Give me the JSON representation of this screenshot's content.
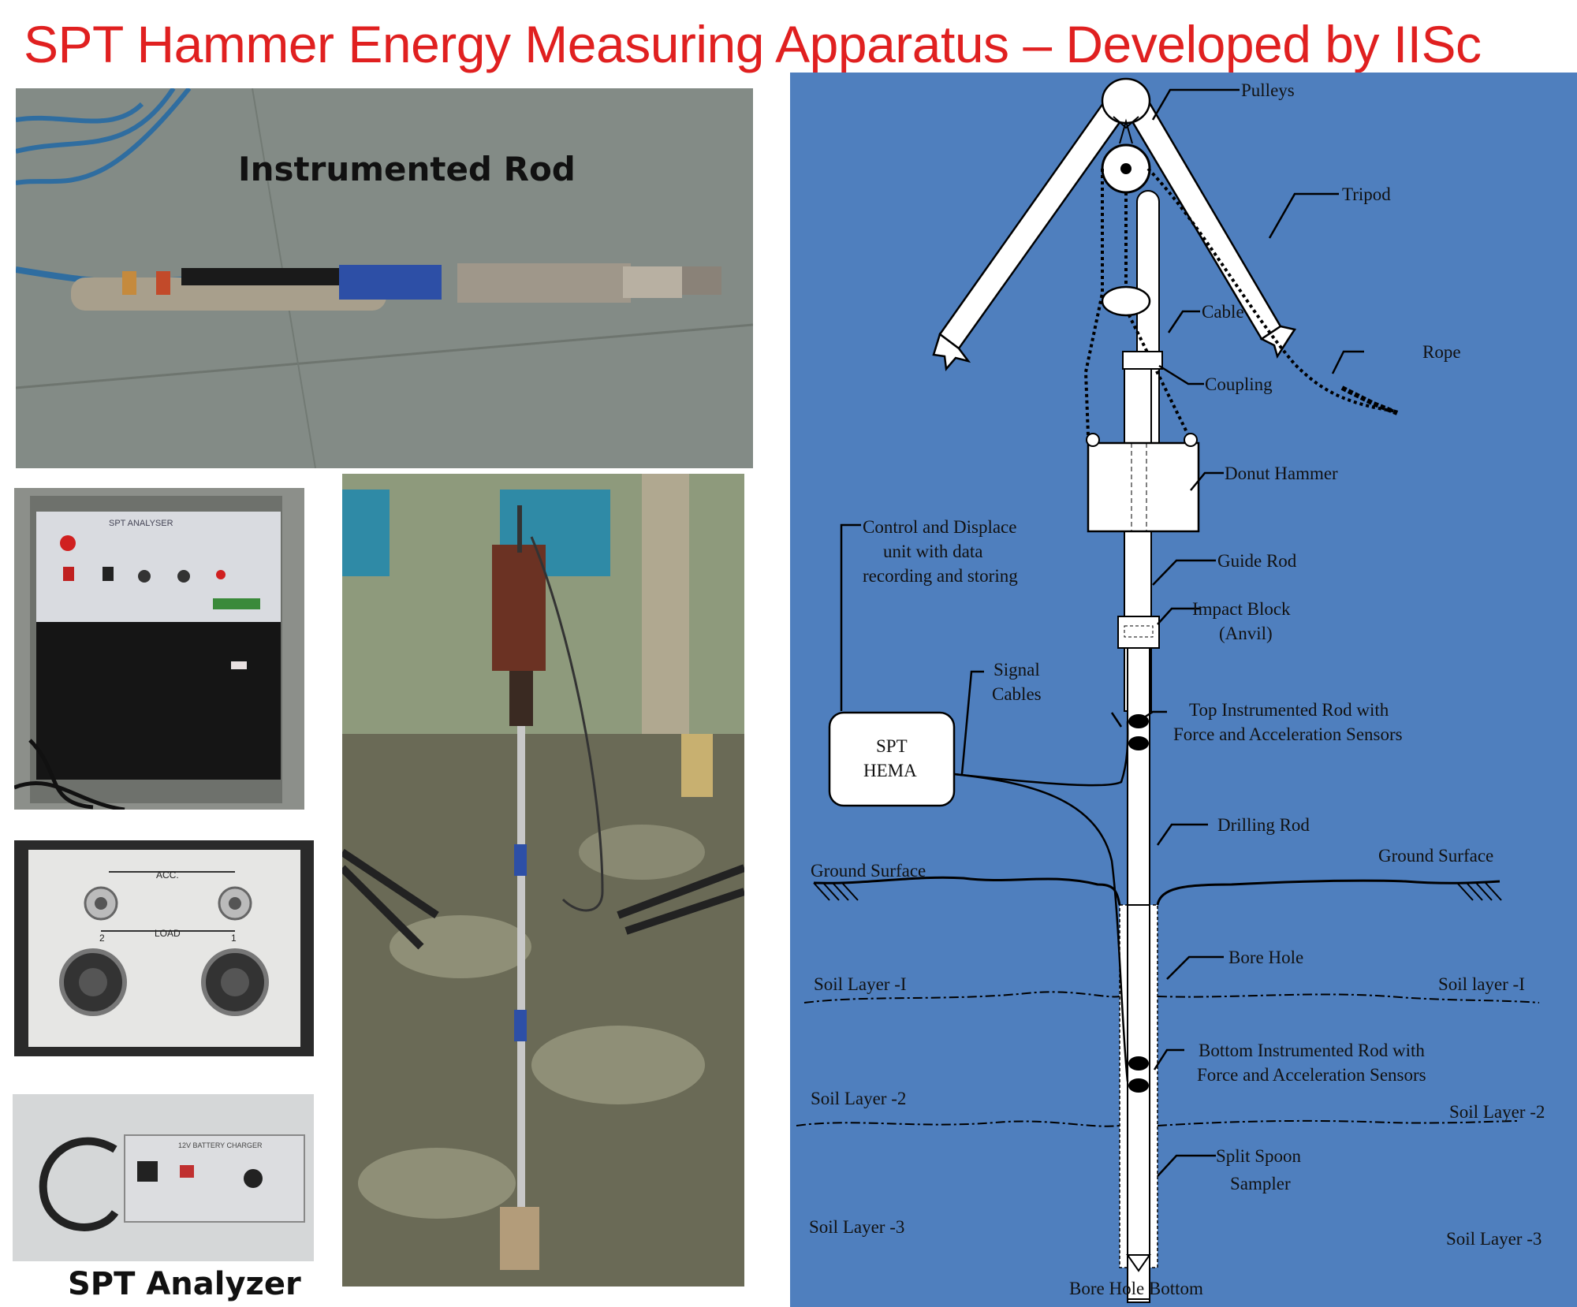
{
  "title": "SPT Hammer Energy Measuring Apparatus – Developed by IISc",
  "photos": {
    "instrumented_rod_caption": "Instrumented Rod",
    "analyzer_caption": "SPT Analyzer",
    "analyzer_panel": {
      "header": "SPT ANALYSER",
      "acc_label": "ACC.",
      "load_label": "LOAD",
      "port_1": "1",
      "port_2": "2",
      "charger_label": "12V BATTERY CHARGER"
    }
  },
  "diagram": {
    "labels": {
      "pulleys": "Pulleys",
      "tripod": "Tripod",
      "cable": "Cable",
      "rope": "Rope",
      "coupling": "Coupling",
      "donut_hammer": "Donut Hammer",
      "guide_rod": "Guide Rod",
      "impact_block_1": "Impact Block",
      "impact_block_2": "(Anvil)",
      "control_1": "Control and Displace",
      "control_2": "unit with data",
      "control_3": "recording and storing",
      "signal_1": "Signal",
      "signal_2": "Cables",
      "top_rod_1": "Top Instrumented Rod with",
      "top_rod_2": "Force and Acceleration Sensors",
      "spt_1": "SPT",
      "spt_2": "HEMA",
      "drilling_rod": "Drilling Rod",
      "ground_left": "Ground Surface",
      "ground_right": "Ground Surface",
      "bore_hole": "Bore Hole",
      "soil1_left": "Soil Layer -I",
      "soil1_right": "Soil layer -I",
      "bottom_rod_1": "Bottom Instrumented Rod with",
      "bottom_rod_2": "Force and Acceleration Sensors",
      "soil2_left": "Soil Layer -2",
      "soil2_right": "Soil Layer -2",
      "split_spoon_1": "Split Spoon",
      "split_spoon_2": "Sampler",
      "soil3_left": "Soil Layer -3",
      "soil3_right": "Soil Layer -3",
      "bore_bottom": "Bore Hole Bottom"
    },
    "colors": {
      "background": "#4f7fbe",
      "title": "#e02020"
    }
  }
}
